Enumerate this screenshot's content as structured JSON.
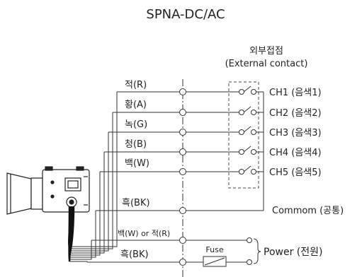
{
  "title": "SPNA-DC/AC",
  "external_contact": {
    "label_kr": "외부접점",
    "label_en": "(External contact)"
  },
  "wires": [
    {
      "label": "적(R)",
      "channel": "CH1 (음색1)"
    },
    {
      "label": "황(A)",
      "channel": "CH2 (음색2)"
    },
    {
      "label": "녹(G)",
      "channel": "CH3 (음색3)"
    },
    {
      "label": "청(B)",
      "channel": "CH4 (음색4)"
    },
    {
      "label": "백(W)",
      "channel": "CH5 (음색5)"
    }
  ],
  "common": {
    "wire_label": "흑(BK)",
    "label": "Commom (공통)"
  },
  "power": {
    "wire1_label": "백(W) or 적(R)",
    "wire2_label": "흑(BK)",
    "fuse_label": "Fuse",
    "label": "Power (전원)"
  }
}
